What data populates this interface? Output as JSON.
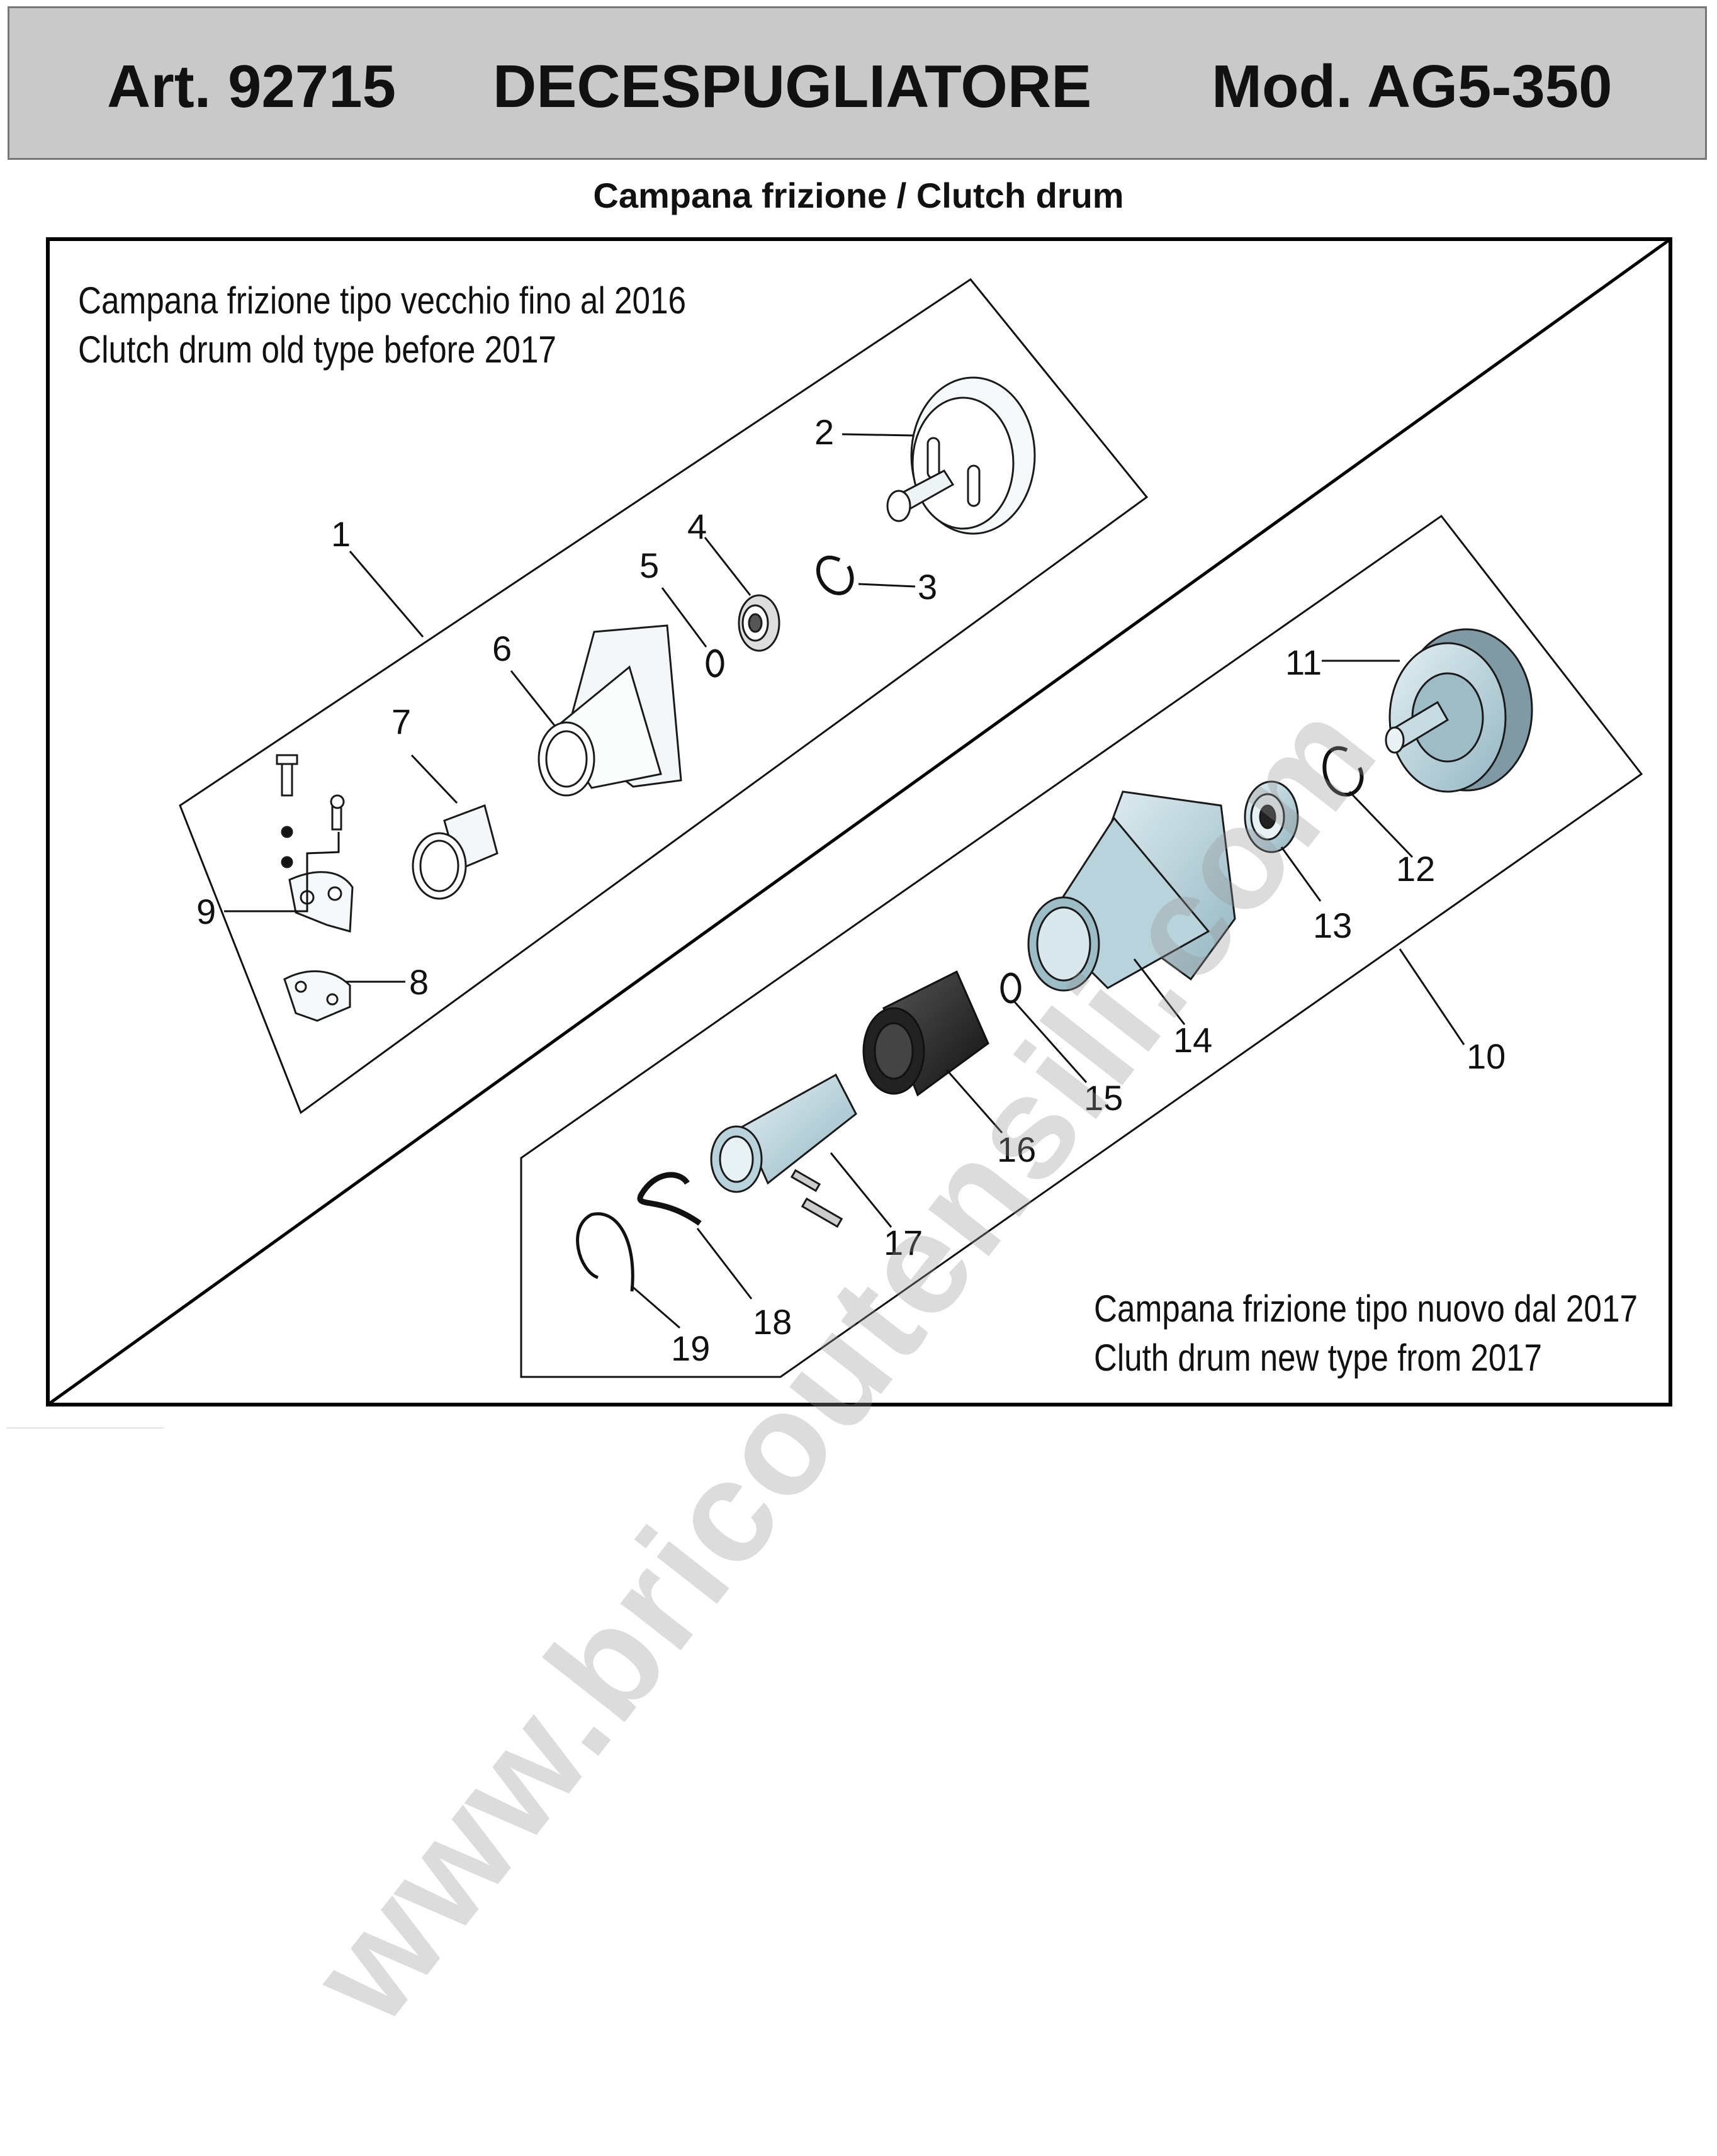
{
  "header": {
    "art": "Art. 92715",
    "name": "DECESPUGLIATORE",
    "model": "Mod. AG5-350"
  },
  "subtitle": "Campana frizione / Clutch drum",
  "old_type": {
    "line1": "Campana frizione tipo vecchio fino al 2016",
    "line2": "Clutch drum old type before 2017"
  },
  "new_type": {
    "line1": "Campana frizione tipo nuovo dal 2017",
    "line2": "Cluth drum new type from 2017"
  },
  "callouts": [
    "1",
    "2",
    "3",
    "4",
    "5",
    "6",
    "7",
    "8",
    "9",
    "10",
    "11",
    "12",
    "13",
    "14",
    "15",
    "16",
    "17",
    "18",
    "19"
  ],
  "watermark": "www.bricoutensili.com",
  "colors": {
    "part_fill": "#bcd6de",
    "part_stroke": "#1a1a1a",
    "frame": "#000000",
    "header_bg": "#c9c9c9"
  }
}
